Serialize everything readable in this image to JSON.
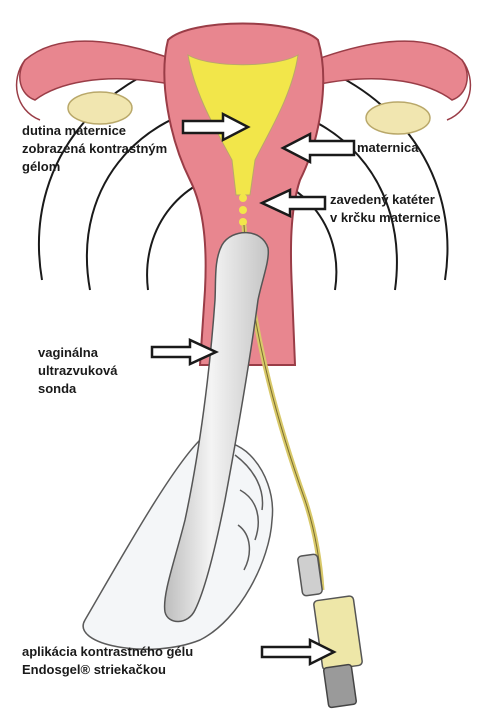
{
  "labels": {
    "cavity": [
      "dutina maternice",
      "zobrazená kontrastným",
      "gélom"
    ],
    "uterus": [
      "maternica"
    ],
    "catheter": [
      "zavedený katéter",
      "v krčku maternice"
    ],
    "probe": [
      "vaginálna",
      "ultrazvuková",
      "sonda"
    ],
    "gel": [
      "aplikácia kontrastného gélu",
      "Endosgel® striekačkou"
    ]
  },
  "colors": {
    "uterus": "#e8868f",
    "cavity": "#f2e64a",
    "ovary": "#f1e6b0",
    "waves": "#1a1a1a",
    "probe": "#d9d9d9",
    "hand": "#f4f6f8",
    "syringe": "#eee7a8"
  }
}
